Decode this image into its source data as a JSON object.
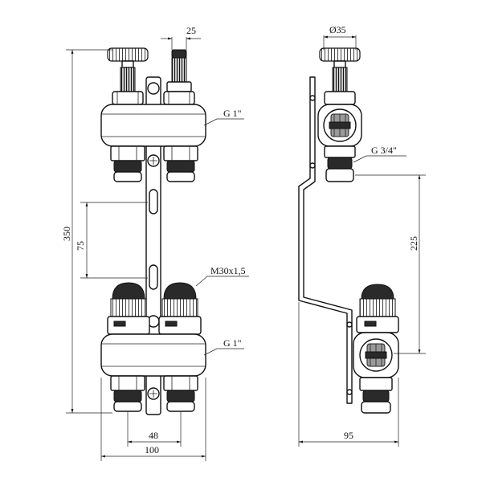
{
  "dimensions": {
    "total_height": "350",
    "port_spacing": "75",
    "body_width_top": "25",
    "body_width_bottom": "48",
    "overall_width": "100",
    "side_depth": "95",
    "side_height": "225",
    "diameter": "Ø35"
  },
  "labels": {
    "thread_top": "G 1\"",
    "thread_bottom": "G 1\"",
    "thread_side": "G 3/4\"",
    "valve_thread": "M30x1,5"
  },
  "colors": {
    "outline": "#111111",
    "dark_fill": "#2a2a2a",
    "mid_fill": "#9a9a9a",
    "background": "#ffffff"
  }
}
